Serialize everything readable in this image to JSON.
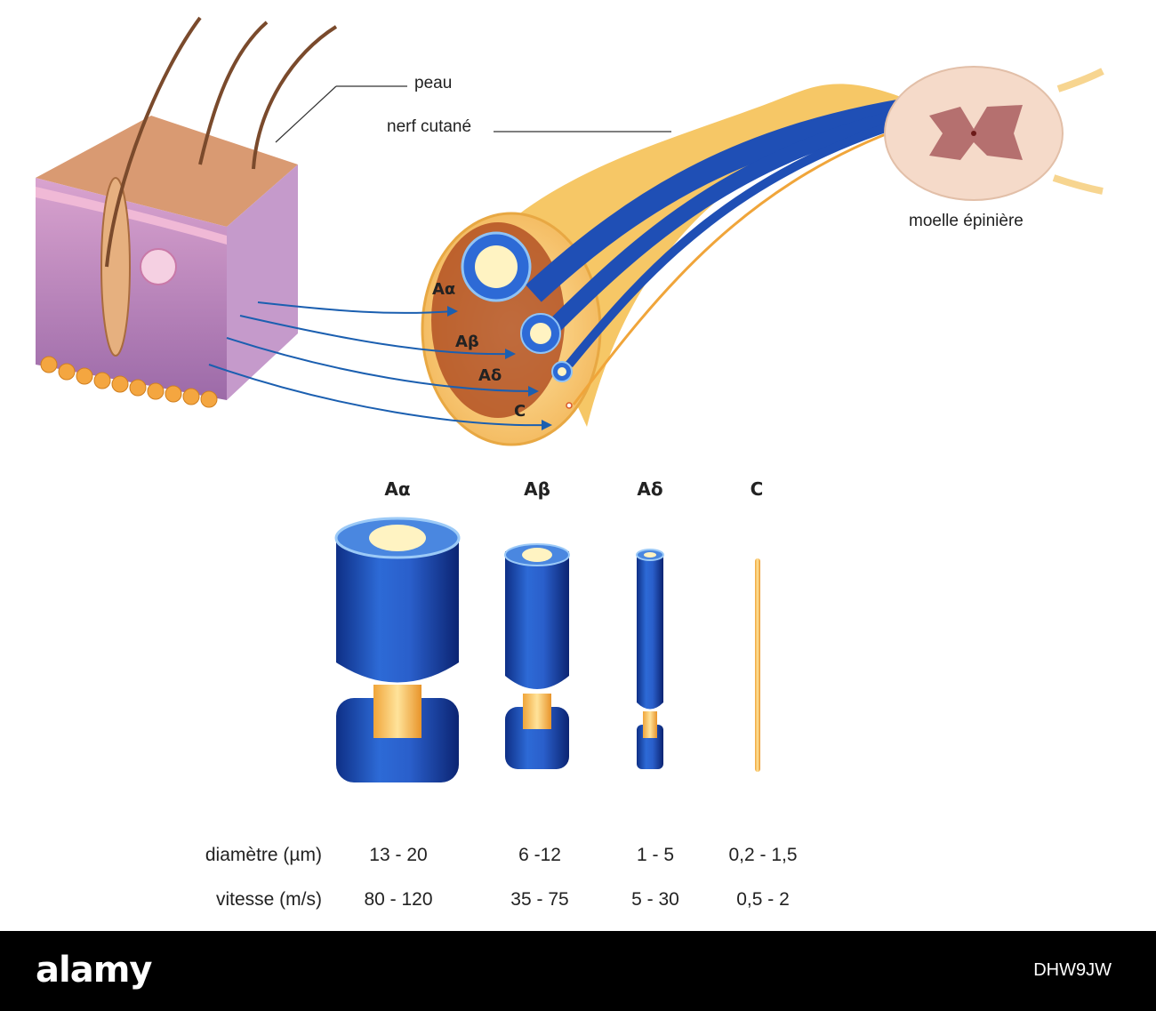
{
  "labels": {
    "skin": "peau",
    "nerve": "nerf cutané",
    "spinal_cord": "moelle épinière"
  },
  "fibers": [
    {
      "name": "Aα",
      "diameter": "13 - 20",
      "speed": "80 - 120"
    },
    {
      "name": "Aβ",
      "diameter": "6 -12",
      "speed": "35 - 75"
    },
    {
      "name": "Aδ",
      "diameter": "1 - 5",
      "speed": "5 - 30"
    },
    {
      "name": "C",
      "diameter": "0,2 - 1,5",
      "speed": "0,5 - 2"
    }
  ],
  "rows": {
    "diameter_label": "diamètre (µm)",
    "speed_label": "vitesse (m/s)"
  },
  "footer": {
    "brand": "alamy",
    "image_id": "DHW9JW"
  },
  "colors": {
    "myelin": "#1f4fb5",
    "axon": "#f7c15a",
    "skin": "#b07bb5",
    "arrow": "#1b5fb0"
  }
}
